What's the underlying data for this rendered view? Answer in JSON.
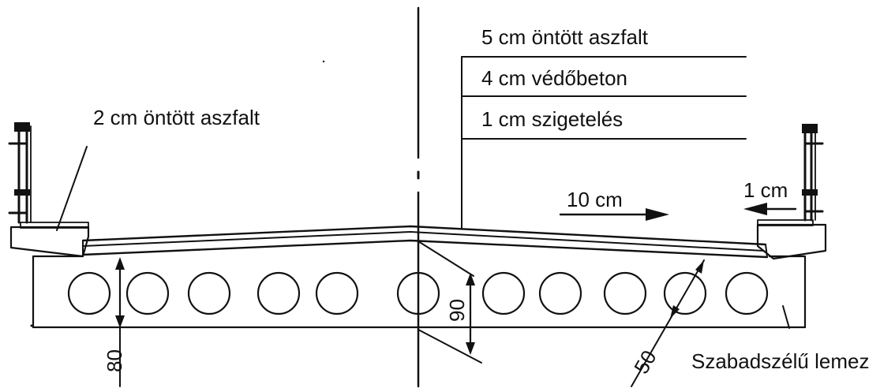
{
  "layers": {
    "asphalt": "5 cm öntött aszfalt",
    "protective_concrete": "4 cm védőbeton",
    "insulation": "1 cm szigetelés"
  },
  "left_label": "2 cm öntött aszfalt",
  "shift_right": "10 cm",
  "shift_left": "1 cm",
  "dimensions": {
    "slab_depth": "80",
    "void_height": "90",
    "void_diameter": "50"
  },
  "slab_label": "Szabadszélű lemez",
  "colors": {
    "ink": "#111111",
    "background": "#ffffff"
  }
}
